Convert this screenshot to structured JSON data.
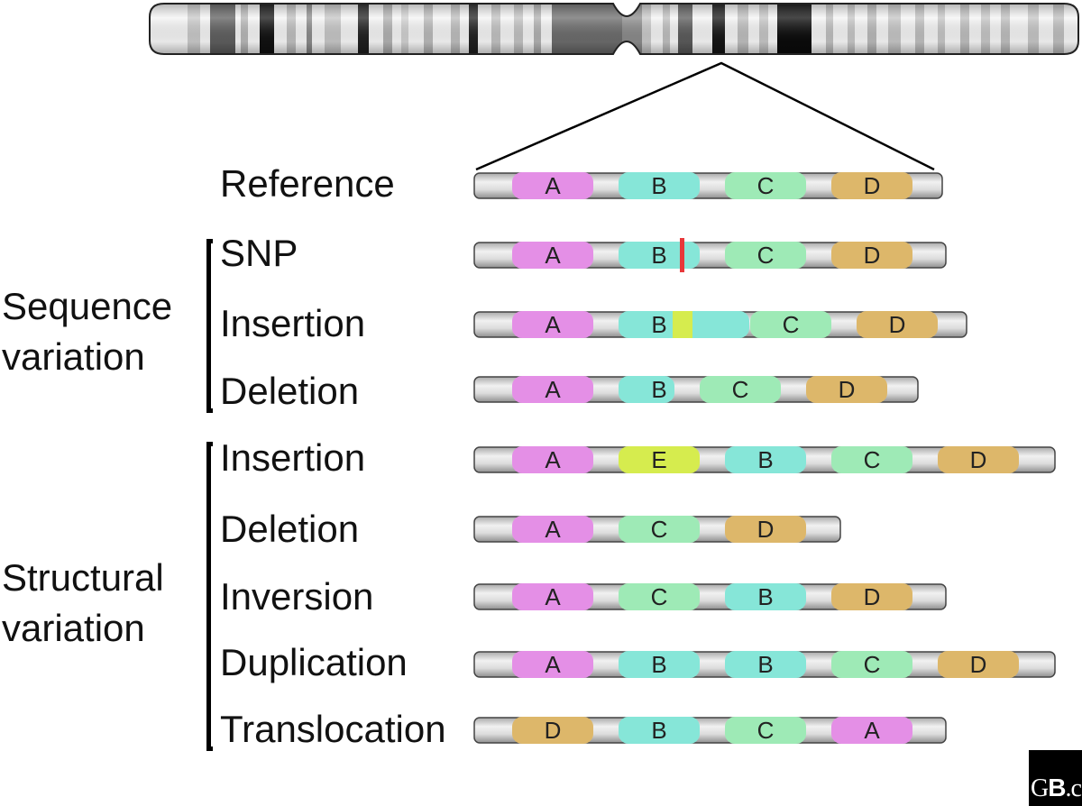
{
  "labels": {
    "reference": "Reference",
    "sequence_group": [
      "Sequence",
      "variation"
    ],
    "structural_group": [
      "Structural",
      "variation"
    ],
    "snp": "SNP",
    "seq_insertion": "Insertion",
    "seq_deletion": "Deletion",
    "str_insertion": "Insertion",
    "str_deletion": "Deletion",
    "inversion": "Inversion",
    "duplication": "Duplication",
    "translocation": "Translocation"
  },
  "colors": {
    "A": "#e48fe6",
    "B": "#86e6d8",
    "C": "#9eeab6",
    "D": "#ddb76a",
    "E": "#d6ec4e",
    "snp_mark": "#e8383a",
    "insert_mark": "#d6ec4e",
    "rod": "#d4d4d4"
  },
  "rows": [
    {
      "id": "reference",
      "segments": [
        {
          "label": "A",
          "color": "A"
        },
        {
          "label": "B",
          "color": "B"
        },
        {
          "label": "C",
          "color": "C"
        },
        {
          "label": "D",
          "color": "D"
        }
      ]
    },
    {
      "id": "snp",
      "segments": [
        {
          "label": "A",
          "color": "A"
        },
        {
          "label": "B",
          "color": "B",
          "marker": "snp_mark"
        },
        {
          "label": "C",
          "color": "C"
        },
        {
          "label": "D",
          "color": "D"
        }
      ]
    },
    {
      "id": "seq_insertion",
      "segments": [
        {
          "label": "A",
          "color": "A"
        },
        {
          "label": "B",
          "color": "B",
          "insert": "insert_mark"
        },
        {
          "label": "C",
          "color": "C"
        },
        {
          "label": "D",
          "color": "D"
        }
      ]
    },
    {
      "id": "seq_deletion",
      "segments": [
        {
          "label": "A",
          "color": "A"
        },
        {
          "label": "B",
          "color": "B"
        },
        {
          "label": "C",
          "color": "C"
        },
        {
          "label": "D",
          "color": "D"
        }
      ]
    },
    {
      "id": "str_insertion",
      "segments": [
        {
          "label": "A",
          "color": "A"
        },
        {
          "label": "E",
          "color": "E"
        },
        {
          "label": "B",
          "color": "B"
        },
        {
          "label": "C",
          "color": "C"
        },
        {
          "label": "D",
          "color": "D"
        }
      ]
    },
    {
      "id": "str_deletion",
      "segments": [
        {
          "label": "A",
          "color": "A"
        },
        {
          "label": "C",
          "color": "C"
        },
        {
          "label": "D",
          "color": "D"
        }
      ]
    },
    {
      "id": "inversion",
      "segments": [
        {
          "label": "A",
          "color": "A"
        },
        {
          "label": "C",
          "color": "C"
        },
        {
          "label": "B",
          "color": "B"
        },
        {
          "label": "D",
          "color": "D"
        }
      ]
    },
    {
      "id": "duplication",
      "segments": [
        {
          "label": "A",
          "color": "A"
        },
        {
          "label": "B",
          "color": "B"
        },
        {
          "label": "B",
          "color": "B"
        },
        {
          "label": "C",
          "color": "C"
        },
        {
          "label": "D",
          "color": "D"
        }
      ]
    },
    {
      "id": "translocation",
      "segments": [
        {
          "label": "D",
          "color": "D"
        },
        {
          "label": "B",
          "color": "B"
        },
        {
          "label": "C",
          "color": "C"
        },
        {
          "label": "A",
          "color": "A"
        }
      ]
    }
  ],
  "logo": {
    "light": "G",
    "bold": "B",
    "tail": ".c"
  }
}
